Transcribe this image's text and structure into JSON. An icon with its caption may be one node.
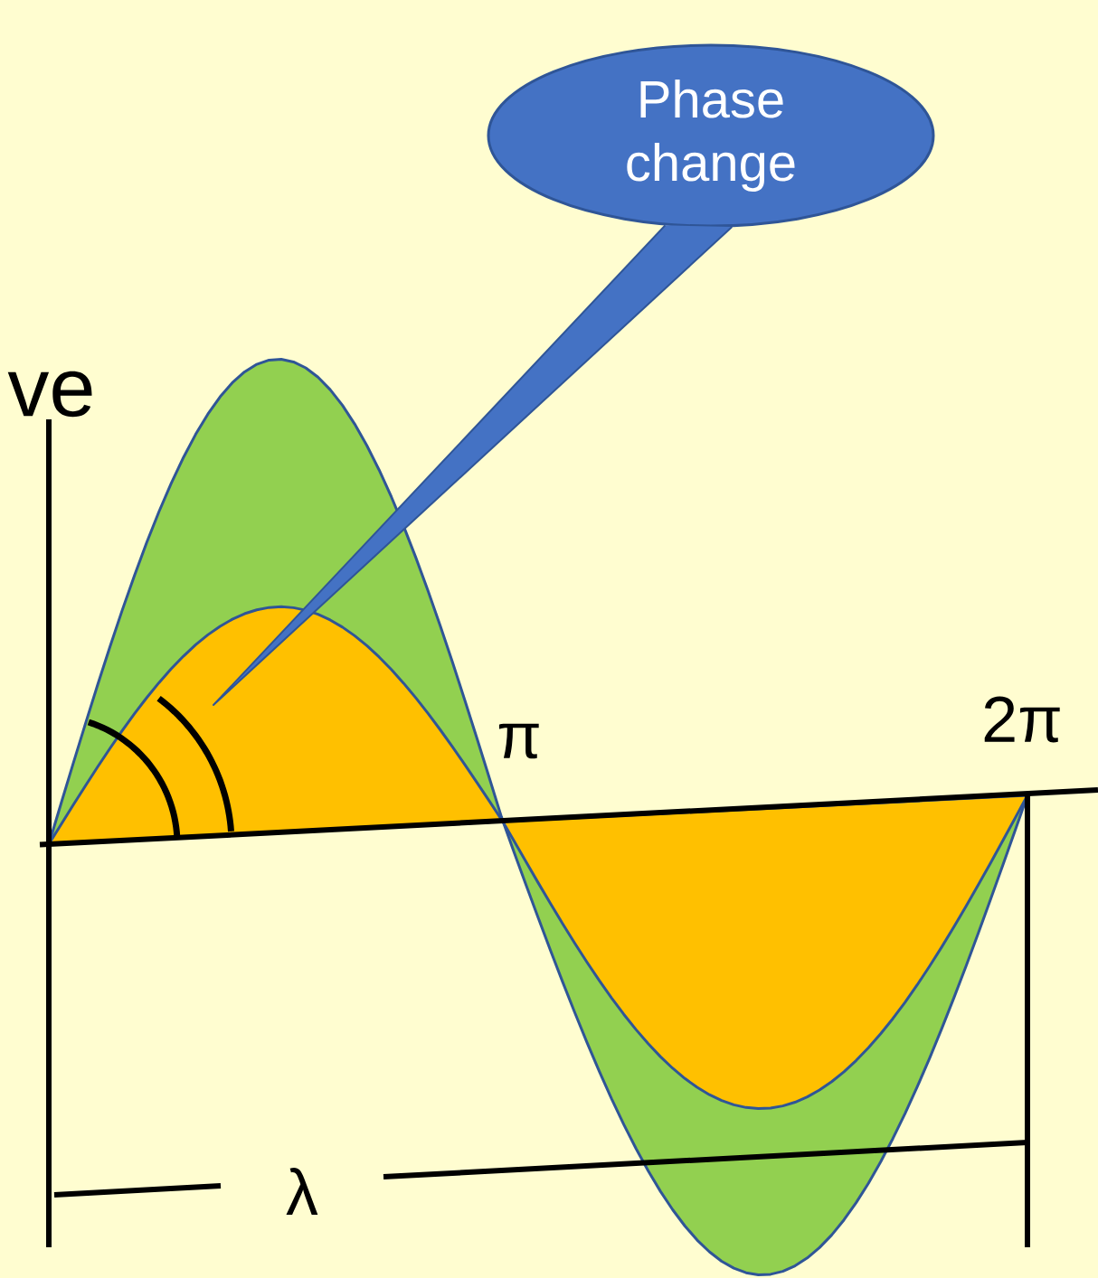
{
  "diagram": {
    "nodes": [
      {
        "text": [
          "Phase change"
        ]
      }
    ],
    "labels": [
      "ve",
      "π",
      "2π",
      "λ"
    ]
  }
}
